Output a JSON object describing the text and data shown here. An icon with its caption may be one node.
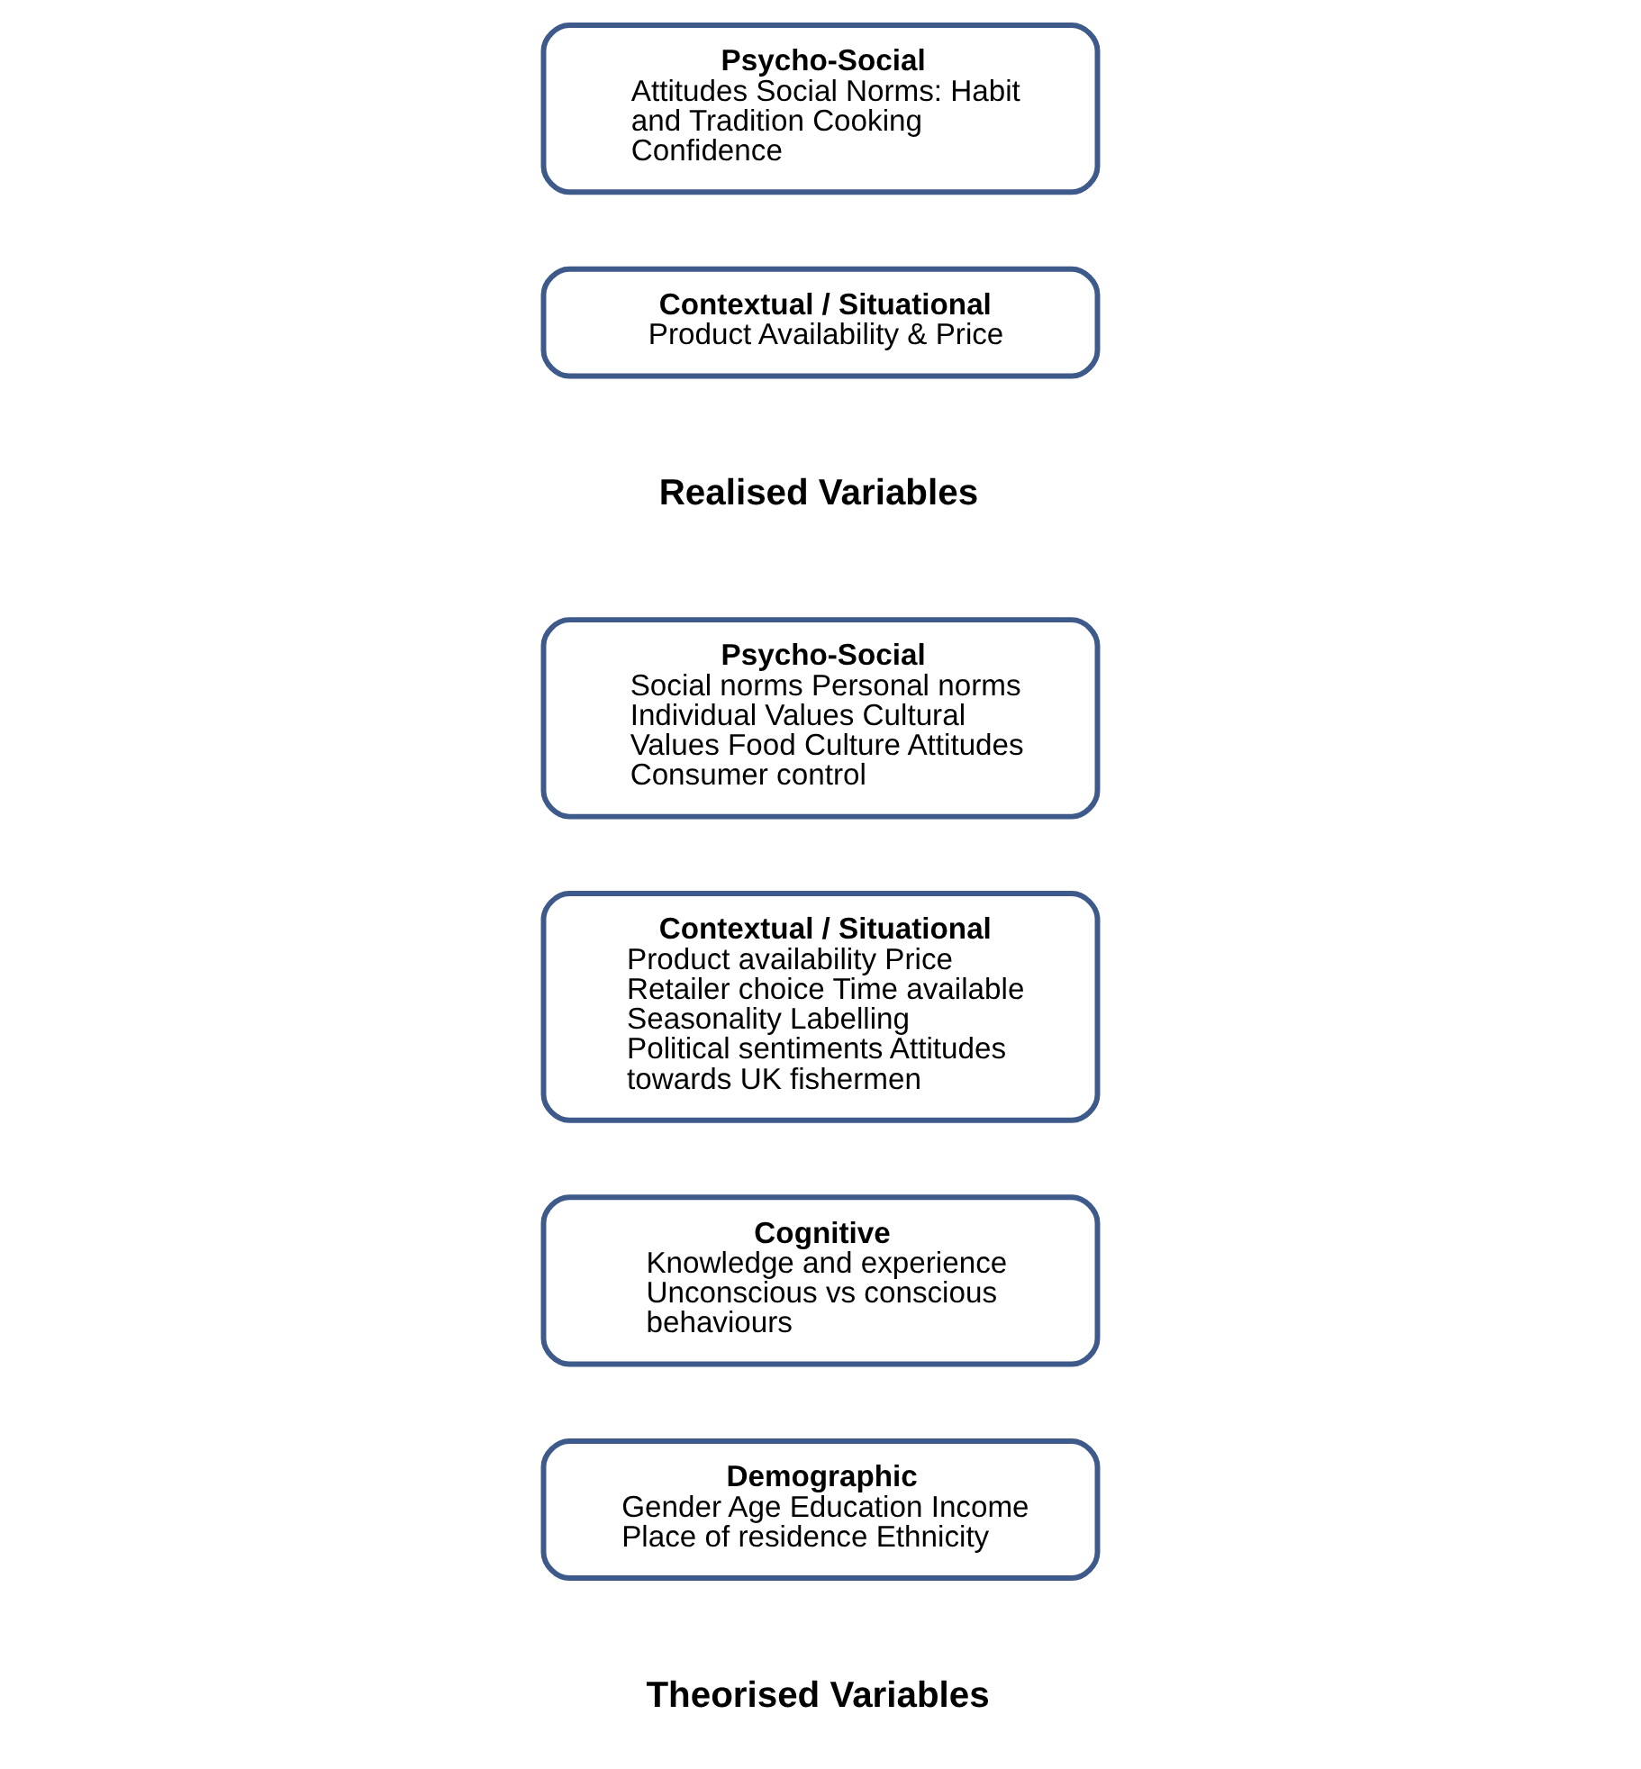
{
  "diagram": {
    "nodes": [
      {
        "text": [
          "Demographic",
          "Gender Age Education Income Place of residence Ethnicity"
        ]
      },
      {
        "text": [
          "Cognitive",
          "Knowledge and experience Unconscious vs conscious behaviours"
        ]
      },
      {
        "text": [
          "Contextual / Situational",
          "Product availability Price Retailer choice Time available Seasonality Labelling Political sentiments Attitudes towards UK fishermen"
        ]
      },
      {
        "text": [
          "Psycho-Social",
          "Social norms Personal norms Individual Values Cultural Values Food Culture Attitudes Consumer control"
        ]
      },
      {
        "text": [
          "Contextual / Situational",
          "Product Availability & Price"
        ]
      },
      {
        "text": [
          "Psycho-Social",
          "Attitudes Social Norms: Habit and Tradition Cooking Confidence"
        ]
      }
    ],
    "edges": [],
    "labels": [
      "Theorised Variables",
      "Realised Variables"
    ]
  }
}
